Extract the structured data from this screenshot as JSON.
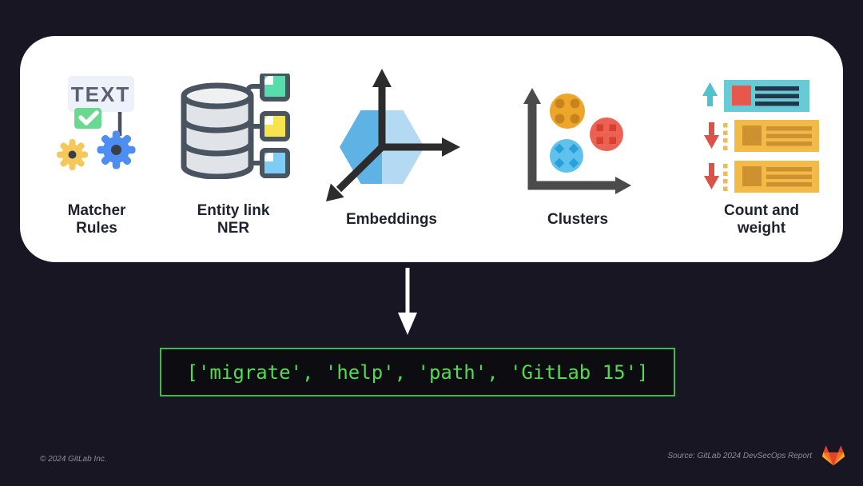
{
  "slide": {
    "background_color": "#181622",
    "card_color": "#ffffff",
    "pipeline": {
      "items": [
        {
          "label": "Matcher\nRules",
          "icon": "text-rules-gears-icon",
          "icon_text": "TEXT"
        },
        {
          "label": "Entity link\nNER",
          "icon": "database-entities-icon"
        },
        {
          "label": "Embeddings",
          "icon": "vector-space-cube-icon"
        },
        {
          "label": "Clusters",
          "icon": "scatter-clusters-icon"
        },
        {
          "label": "Count and\nweight",
          "icon": "ranked-list-icon"
        }
      ]
    },
    "arrow": {
      "direction": "down",
      "color": "#ffffff"
    },
    "code_output": {
      "text": "['migrate', 'help', 'path', 'GitLab 15']",
      "text_color": "#50dc50",
      "border_color": "#43b84e",
      "background_color": "#0c0c11"
    },
    "footer": {
      "copyright": "© 2024 GitLab Inc.",
      "source": "Source: GitLab 2024 DevSecOps Report",
      "logo": "gitlab-tanuki-logo",
      "logo_colors": {
        "dark_orange": "#e24329",
        "orange": "#fc6d26",
        "light_orange": "#fca326"
      }
    }
  }
}
